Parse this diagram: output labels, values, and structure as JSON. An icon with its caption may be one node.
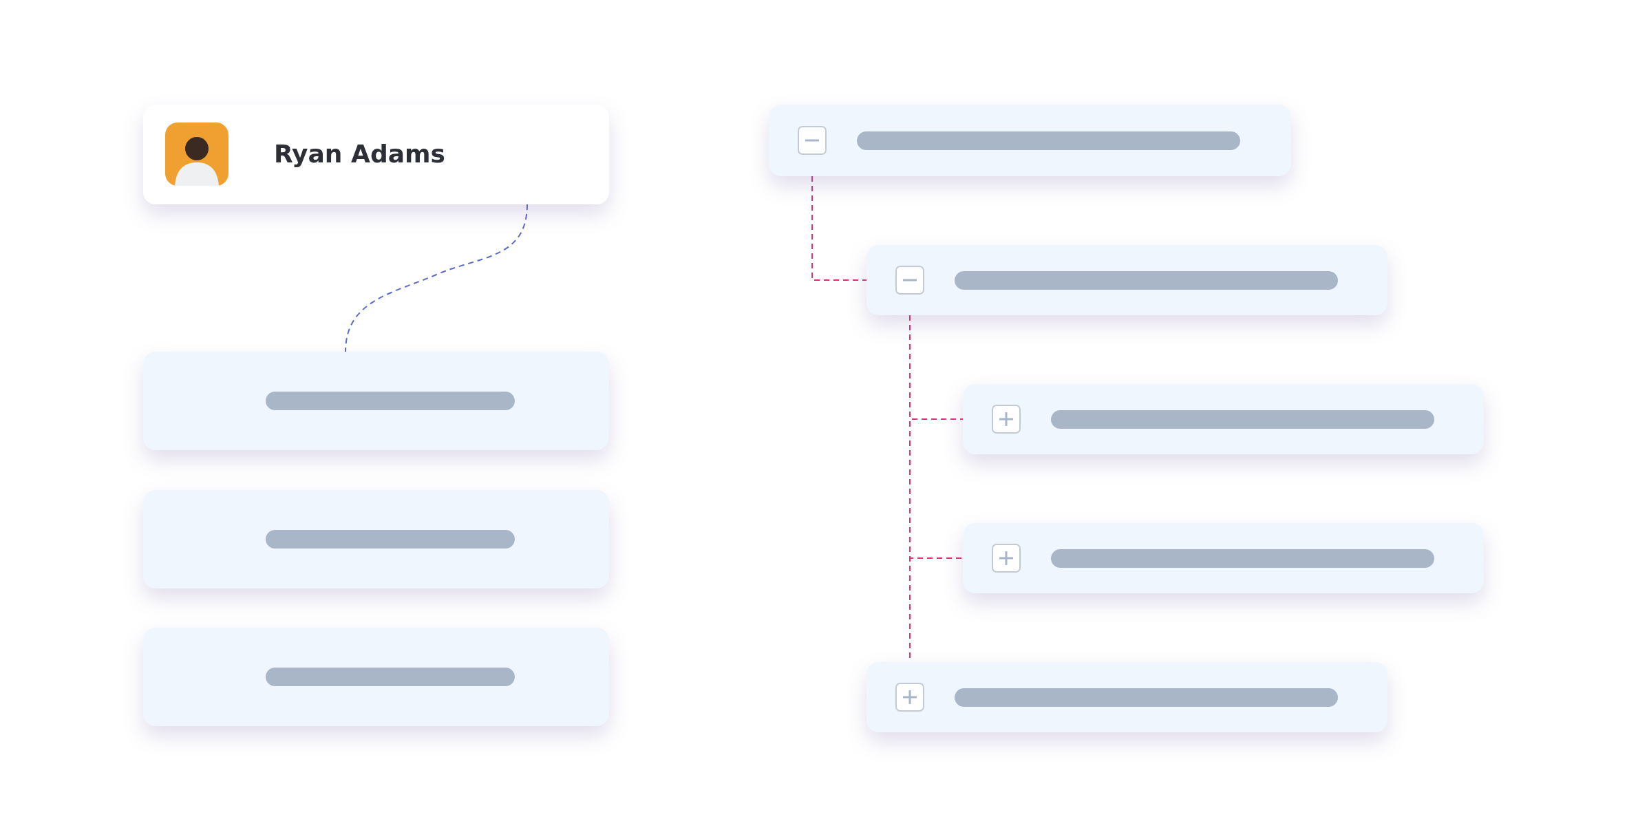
{
  "diagram": {
    "nodes": [
      {
        "text": [
          "Ryan Adams"
        ]
      },
      {
        "text": [],
        "shape": "box"
      },
      {
        "text": [],
        "shape": "box"
      },
      {
        "text": [],
        "shape": "box"
      },
      {
        "text": [],
        "shape": "box"
      },
      {
        "text": [],
        "shape": "box"
      },
      {
        "text": [],
        "shape": "box"
      },
      {
        "text": [],
        "shape": "box"
      },
      {
        "text": [],
        "shape": "box"
      }
    ],
    "edges": [
      {
        "from": 0,
        "to": 1,
        "arrow": "none",
        "style": "dashed",
        "color": "#5b6bc8"
      },
      {
        "from": 4,
        "to": 5,
        "arrow": "none",
        "style": "dashed"
      },
      {
        "from": 5,
        "to": 6,
        "arrow": "none",
        "style": "dashed"
      },
      {
        "from": 5,
        "to": 7,
        "arrow": "none",
        "style": "dashed"
      },
      {
        "from": 5,
        "to": 8,
        "arrow": "none",
        "style": "dashed"
      }
    ]
  }
}
